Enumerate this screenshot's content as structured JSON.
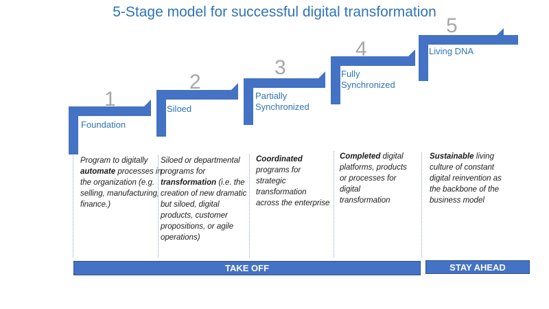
{
  "title": "5-Stage model for successful digital transformation",
  "colors": {
    "accent": "#4472c4",
    "title": "#2e74b5",
    "number": "#a6a6a6"
  },
  "stages": [
    {
      "number": "1",
      "name_lines": [
        "Foundation"
      ],
      "desc": [
        [
          "Program to digitally ",
          false
        ],
        [
          "automate",
          true
        ],
        [
          " processes in the organization (e.g. selling, manufacturing, finance.)",
          false
        ]
      ]
    },
    {
      "number": "2",
      "name_lines": [
        "Siloed"
      ],
      "desc": [
        [
          "Siloed or departmental programs for ",
          false
        ],
        [
          "transformation",
          true
        ],
        [
          " (i.e. the creation of new dramatic but siloed, digital products, customer propositions, or agile operations)",
          false
        ]
      ]
    },
    {
      "number": "3",
      "name_lines": [
        "Partially",
        "Synchronized"
      ],
      "desc": [
        [
          "Coordinated",
          true
        ],
        [
          " programs for strategic transformation across the enterprise",
          false
        ]
      ]
    },
    {
      "number": "4",
      "name_lines": [
        "Fully",
        "Synchronized"
      ],
      "desc": [
        [
          "Completed",
          true
        ],
        [
          " digital platforms, products or processes for digital transformation",
          false
        ]
      ]
    },
    {
      "number": "5",
      "name_lines": [
        "Living DNA"
      ],
      "desc": [
        [
          "Sustainable",
          true
        ],
        [
          " living culture of constant digital reinvention as the backbone of the business model",
          false
        ]
      ]
    }
  ],
  "phases": {
    "take_off": "TAKE OFF",
    "stay_ahead": "STAY AHEAD"
  }
}
